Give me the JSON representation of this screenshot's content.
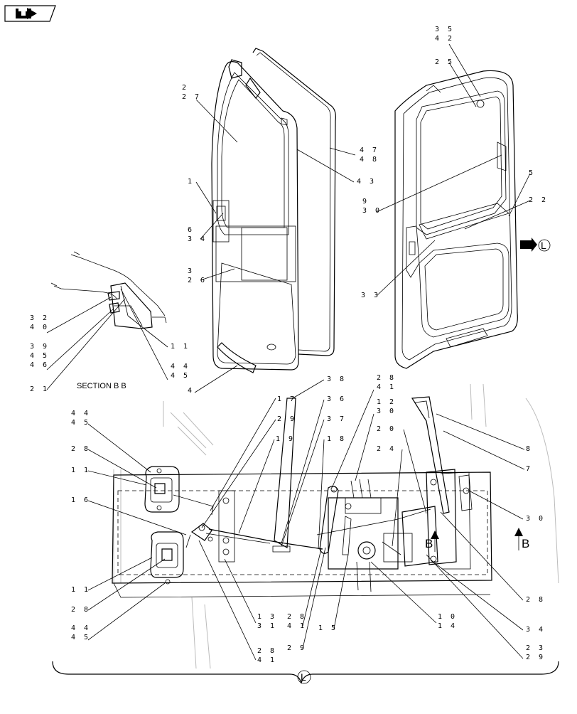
{
  "diagram": {
    "section_label": "SECTION B B",
    "view_letter": "L",
    "section_letter": "B",
    "nav_icon": "right-arrow-icon",
    "callouts": [
      {
        "id": "c-35-42",
        "lines": [
          "35",
          "42"
        ]
      },
      {
        "id": "c-25",
        "lines": [
          "25"
        ]
      },
      {
        "id": "c-2-27",
        "lines": [
          "2",
          "27"
        ]
      },
      {
        "id": "c-47-48",
        "lines": [
          "47",
          "48"
        ]
      },
      {
        "id": "c-43",
        "lines": [
          "43"
        ]
      },
      {
        "id": "c-1",
        "lines": [
          "1"
        ]
      },
      {
        "id": "c-6-34",
        "lines": [
          "6",
          "34"
        ]
      },
      {
        "id": "c-3-26",
        "lines": [
          "3",
          "26"
        ]
      },
      {
        "id": "c-9-30",
        "lines": [
          "9",
          "30"
        ]
      },
      {
        "id": "c-5",
        "lines": [
          "5"
        ]
      },
      {
        "id": "c-22",
        "lines": [
          "22"
        ]
      },
      {
        "id": "c-33",
        "lines": [
          "33"
        ]
      },
      {
        "id": "c-32-40",
        "lines": [
          "32",
          "40"
        ]
      },
      {
        "id": "c-39-45-46",
        "lines": [
          "39",
          "45",
          "46"
        ]
      },
      {
        "id": "c-21",
        "lines": [
          "21"
        ]
      },
      {
        "id": "c-11-sec",
        "lines": [
          "11"
        ]
      },
      {
        "id": "c-44-45-sec",
        "lines": [
          "44",
          "45"
        ]
      },
      {
        "id": "c-4",
        "lines": [
          "4"
        ]
      },
      {
        "id": "c-38",
        "lines": [
          "38"
        ]
      },
      {
        "id": "c-36",
        "lines": [
          "36"
        ]
      },
      {
        "id": "c-37",
        "lines": [
          "37"
        ]
      },
      {
        "id": "c-18",
        "lines": [
          "18"
        ]
      },
      {
        "id": "c-28-41-top",
        "lines": [
          "28",
          "41"
        ]
      },
      {
        "id": "c-12-30",
        "lines": [
          "12",
          "30"
        ]
      },
      {
        "id": "c-17",
        "lines": [
          "17"
        ]
      },
      {
        "id": "c-29-top",
        "lines": [
          "29"
        ]
      },
      {
        "id": "c-19",
        "lines": [
          "19"
        ]
      },
      {
        "id": "c-20",
        "lines": [
          "20"
        ]
      },
      {
        "id": "c-24",
        "lines": [
          "24"
        ]
      },
      {
        "id": "c-8",
        "lines": [
          "8"
        ]
      },
      {
        "id": "c-7",
        "lines": [
          "7"
        ]
      },
      {
        "id": "c-30-right",
        "lines": [
          "30"
        ]
      },
      {
        "id": "c-44-45-top",
        "lines": [
          "44",
          "45"
        ]
      },
      {
        "id": "c-28-left",
        "lines": [
          "28"
        ]
      },
      {
        "id": "c-11-left",
        "lines": [
          "11"
        ]
      },
      {
        "id": "c-16",
        "lines": [
          "16"
        ]
      },
      {
        "id": "c-11-lower",
        "lines": [
          "11"
        ]
      },
      {
        "id": "c-28-lower",
        "lines": [
          "28"
        ]
      },
      {
        "id": "c-44-45-bottom",
        "lines": [
          "44",
          "45"
        ]
      },
      {
        "id": "c-13-31",
        "lines": [
          "13",
          "31"
        ]
      },
      {
        "id": "c-28-41-bottom",
        "lines": [
          "28",
          "41"
        ]
      },
      {
        "id": "c-28-41-mid",
        "lines": [
          "28",
          "41"
        ]
      },
      {
        "id": "c-15",
        "lines": [
          "15"
        ]
      },
      {
        "id": "c-29-bottom",
        "lines": [
          "29"
        ]
      },
      {
        "id": "c-10-14",
        "lines": [
          "10",
          "14"
        ]
      },
      {
        "id": "c-28-right",
        "lines": [
          "28"
        ]
      },
      {
        "id": "c-34",
        "lines": [
          "34"
        ]
      },
      {
        "id": "c-23-29",
        "lines": [
          "23",
          "29"
        ]
      }
    ]
  }
}
